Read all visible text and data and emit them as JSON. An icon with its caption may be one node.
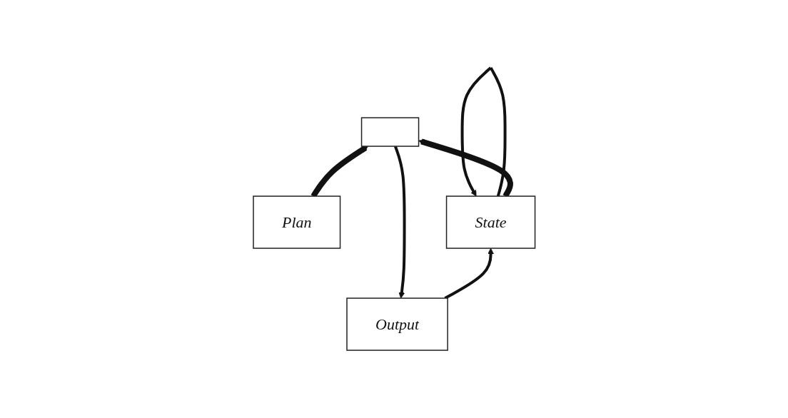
{
  "diagram": {
    "nodes": [
      {
        "text": [
          "Output"
        ]
      },
      {
        "text": [],
        "shape": "box"
      },
      {
        "text": [
          "Plan"
        ]
      },
      {
        "text": [
          "State"
        ]
      }
    ],
    "edges": [
      {
        "from": 2,
        "to": 1,
        "arrow": "to",
        "style": "thick"
      },
      {
        "from": 3,
        "to": 1,
        "arrow": "to",
        "style": "thick"
      },
      {
        "from": 1,
        "to": 0,
        "arrow": "to"
      },
      {
        "from": 0,
        "to": 3,
        "arrow": "to"
      },
      {
        "from": 3,
        "to": 3,
        "arrow": "to"
      }
    ]
  }
}
